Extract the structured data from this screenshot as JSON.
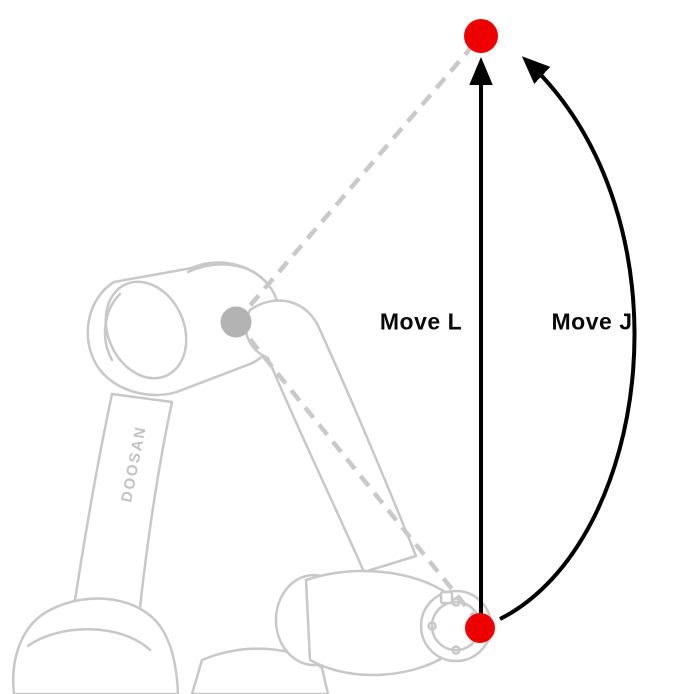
{
  "diagram": {
    "labels": {
      "linear_move": "Move L",
      "joint_move": "Move J"
    },
    "robot": {
      "brand": "DOOSAN"
    },
    "colors": {
      "path": "#000000",
      "waypoint": "#ee0000",
      "via_point": "#b3b3b3",
      "dashed": "#c9c9c9",
      "robot_outline": "#c8c8c8",
      "label_text": "#0a0a0a"
    }
  }
}
